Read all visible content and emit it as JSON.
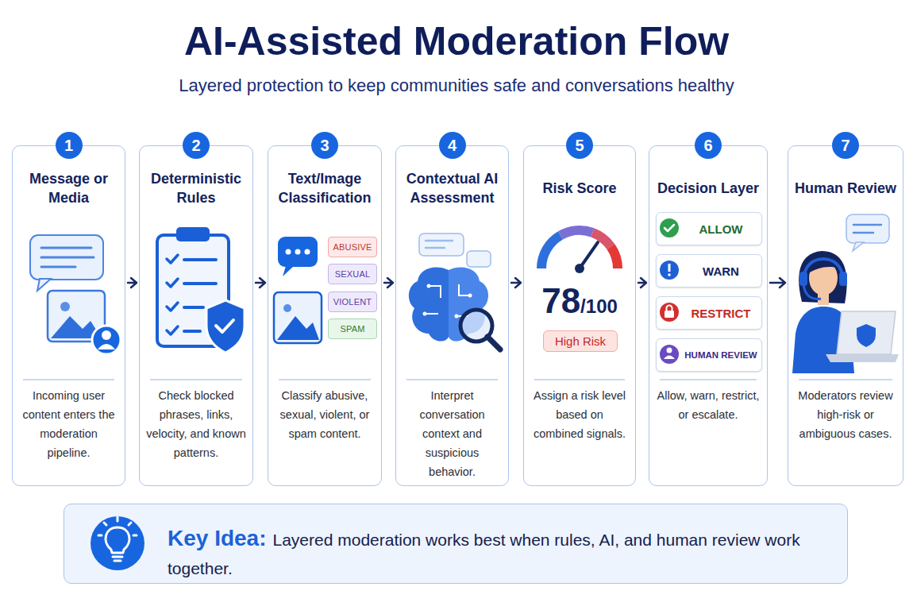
{
  "diagram": {
    "title": "AI-Assisted Moderation Flow",
    "nodes": [
      {
        "text": [
          "Message or Media",
          "Incoming user content enters the moderation pipeline."
        ]
      },
      {
        "text": [
          "1"
        ],
        "in": 0
      },
      {
        "text": [
          "Deterministic Rules",
          "Check blocked phrases, links, velocity, and known patterns."
        ]
      },
      {
        "text": [
          "2"
        ],
        "in": 2
      },
      {
        "text": [
          "Text/Image Classification",
          "Classify abusive, sexual, violent, or spam content."
        ]
      },
      {
        "text": [
          "3"
        ],
        "in": 4
      },
      {
        "text": [
          "ABUSIVE"
        ],
        "in": 4
      },
      {
        "text": [
          "SEXUAL"
        ],
        "in": 4
      },
      {
        "text": [
          "VIOLENT"
        ],
        "in": 4
      },
      {
        "text": [
          "SPAM"
        ],
        "in": 4
      },
      {
        "text": [
          "Contextual AI Assessment",
          "Interpret conversation context and suspicious behavior."
        ]
      },
      {
        "text": [
          "4"
        ],
        "in": 10
      },
      {
        "text": [
          "Risk Score",
          "78",
          "/100",
          "Assign a risk level based on combined signals."
        ]
      },
      {
        "text": [
          "5"
        ],
        "in": 12
      },
      {
        "text": [
          "High Risk"
        ],
        "in": 12
      },
      {
        "text": [
          "Decision Layer",
          "Allow, warn, restrict, or escalate."
        ]
      },
      {
        "text": [
          "6"
        ],
        "in": 15
      },
      {
        "text": [
          "ALLOW"
        ],
        "in": 15
      },
      {
        "text": [
          "WARN"
        ],
        "in": 15
      },
      {
        "text": [
          "RESTRICT"
        ],
        "in": 15
      },
      {
        "text": [
          "HUMAN REVIEW"
        ],
        "in": 15
      },
      {
        "text": [
          "Human Review",
          "Moderators review high-risk or ambiguous cases."
        ]
      },
      {
        "text": [
          "7"
        ],
        "in": 21
      },
      {
        "text": [
          "Key Idea:",
          "Layered moderation works best when rules, AI, and human review work together."
        ]
      }
    ],
    "edges": [
      {
        "from": 0,
        "to": 2,
        "arrow": "to"
      },
      {
        "from": 2,
        "to": 4,
        "arrow": "to"
      },
      {
        "from": 4,
        "to": 10,
        "arrow": "to"
      },
      {
        "from": 10,
        "to": 12,
        "arrow": "to"
      },
      {
        "from": 12,
        "to": 15,
        "arrow": "to"
      },
      {
        "from": 15,
        "to": 21,
        "arrow": "to"
      }
    ],
    "labels": [
      "Layered protection to keep communities safe and conversations healthy"
    ]
  }
}
